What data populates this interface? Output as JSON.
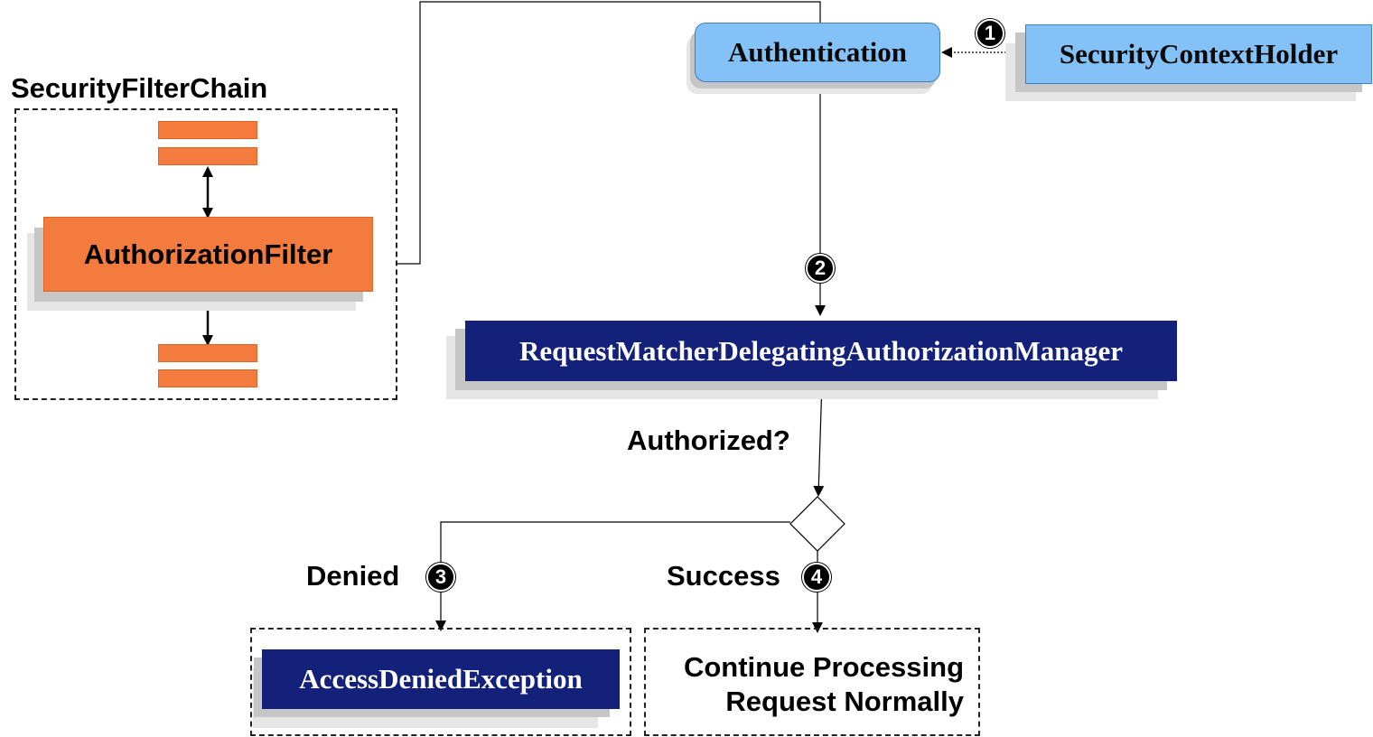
{
  "filter_chain": {
    "title": "SecurityFilterChain",
    "filter_label": "AuthorizationFilter"
  },
  "nodes": {
    "authentication": "Authentication",
    "security_context_holder": "SecurityContextHolder",
    "manager": "RequestMatcherDelegatingAuthorizationManager",
    "access_denied": "AccessDeniedException",
    "continue_line1": "Continue Processing",
    "continue_line2": "Request Normally"
  },
  "edge_labels": {
    "authorized": "Authorized?",
    "denied": "Denied",
    "success": "Success"
  },
  "badges": {
    "one": "1",
    "two": "2",
    "three": "3",
    "four": "4"
  },
  "colors": {
    "orange": "#f47b3e",
    "navy": "#14217a",
    "light_blue": "#84c1f7",
    "badge": "#000000"
  }
}
